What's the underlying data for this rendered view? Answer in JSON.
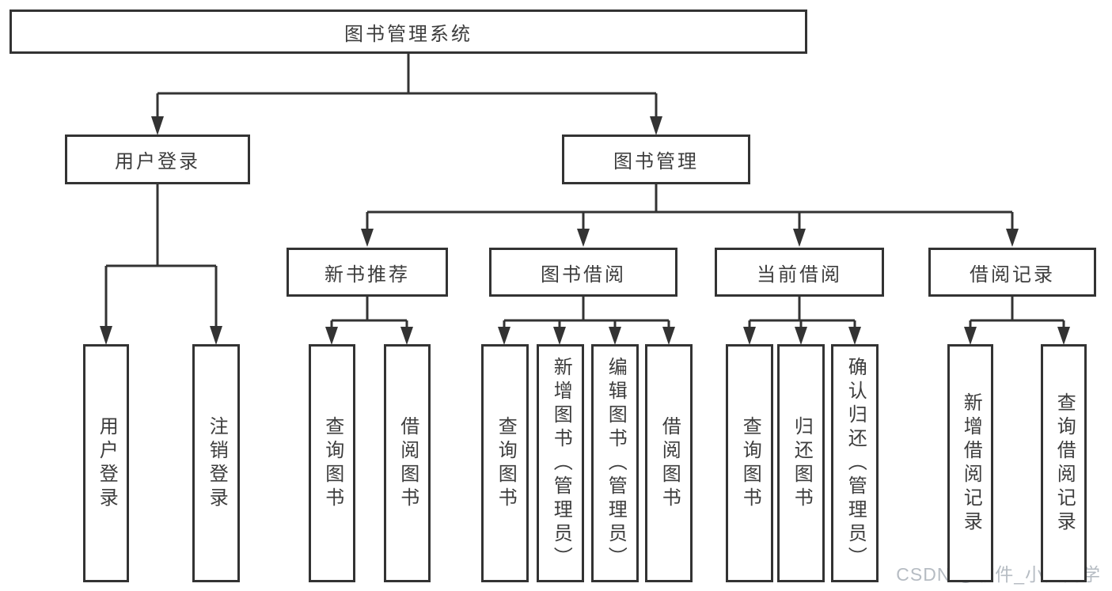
{
  "colors": {
    "line": "#333333",
    "node_border": "#333333",
    "text": "#3d3d3d",
    "background": "#ffffff",
    "watermark_text": "#b6bcc3"
  },
  "watermark": "CSDN @软件_小贺同学",
  "tree": {
    "label": "图书管理系统",
    "children": [
      {
        "label": "用户登录",
        "children": [
          {
            "label": "用户登录"
          },
          {
            "label": "注销登录"
          }
        ]
      },
      {
        "label": "图书管理",
        "children": [
          {
            "label": "新书推荐",
            "children": [
              {
                "label": "查询图书"
              },
              {
                "label": "借阅图书"
              }
            ]
          },
          {
            "label": "图书借阅",
            "children": [
              {
                "label": "查询图书"
              },
              {
                "label": "新增图书（管理员）"
              },
              {
                "label": "编辑图书（管理员）"
              },
              {
                "label": "借阅图书"
              }
            ]
          },
          {
            "label": "当前借阅",
            "children": [
              {
                "label": "查询图书"
              },
              {
                "label": "归还图书"
              },
              {
                "label": "确认归还（管理员）"
              }
            ]
          },
          {
            "label": "借阅记录",
            "children": [
              {
                "label": "新增借阅记录"
              },
              {
                "label": "查询借阅记录"
              }
            ]
          }
        ]
      }
    ]
  }
}
